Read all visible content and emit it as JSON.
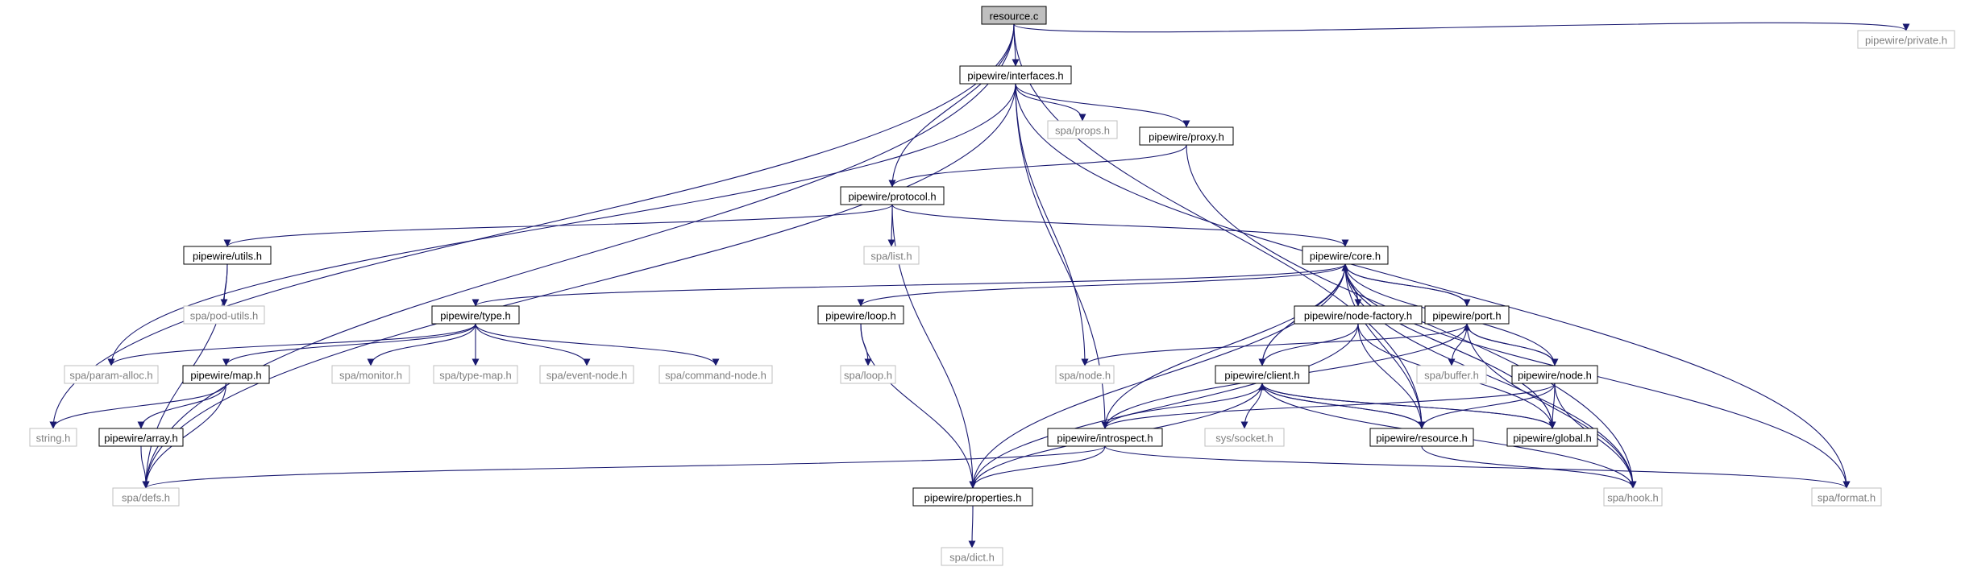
{
  "colors": {
    "edge": "#191970",
    "default_border": "#000000",
    "external_border": "#bfbfbf",
    "external_text": "#7f7f7f",
    "root_fill": "#bfbfbf",
    "node_fill": "#ffffff",
    "text": "#000000"
  },
  "nodes": [
    {
      "id": "resource_c",
      "label": "resource.c",
      "style": "root"
    },
    {
      "id": "interfaces_h",
      "label": "pipewire/interfaces.h",
      "style": "normal"
    },
    {
      "id": "private_h",
      "label": "pipewire/private.h",
      "style": "external"
    },
    {
      "id": "props_h",
      "label": "spa/props.h",
      "style": "external"
    },
    {
      "id": "proxy_h",
      "label": "pipewire/proxy.h",
      "style": "normal"
    },
    {
      "id": "protocol_h",
      "label": "pipewire/protocol.h",
      "style": "normal"
    },
    {
      "id": "utils_h",
      "label": "pipewire/utils.h",
      "style": "normal"
    },
    {
      "id": "list_h",
      "label": "spa/list.h",
      "style": "external"
    },
    {
      "id": "core_h",
      "label": "pipewire/core.h",
      "style": "normal"
    },
    {
      "id": "podutils_h",
      "label": "spa/pod-utils.h",
      "style": "external"
    },
    {
      "id": "type_h",
      "label": "pipewire/type.h",
      "style": "normal"
    },
    {
      "id": "loop_h",
      "label": "pipewire/loop.h",
      "style": "normal"
    },
    {
      "id": "nodefactory_h",
      "label": "pipewire/node-factory.h",
      "style": "normal"
    },
    {
      "id": "port_h",
      "label": "pipewire/port.h",
      "style": "normal"
    },
    {
      "id": "paramalloc_h",
      "label": "spa/param-alloc.h",
      "style": "external"
    },
    {
      "id": "map_h",
      "label": "pipewire/map.h",
      "style": "normal"
    },
    {
      "id": "monitor_h",
      "label": "spa/monitor.h",
      "style": "external"
    },
    {
      "id": "typemap_h",
      "label": "spa/type-map.h",
      "style": "external"
    },
    {
      "id": "eventnode_h",
      "label": "spa/event-node.h",
      "style": "external"
    },
    {
      "id": "commandnode_h",
      "label": "spa/command-node.h",
      "style": "external"
    },
    {
      "id": "spaloop_h",
      "label": "spa/loop.h",
      "style": "external"
    },
    {
      "id": "spanode_h",
      "label": "spa/node.h",
      "style": "external"
    },
    {
      "id": "client_h",
      "label": "pipewire/client.h",
      "style": "normal"
    },
    {
      "id": "buffer_h",
      "label": "spa/buffer.h",
      "style": "external"
    },
    {
      "id": "pwnode_h",
      "label": "pipewire/node.h",
      "style": "normal"
    },
    {
      "id": "string_h",
      "label": "string.h",
      "style": "external"
    },
    {
      "id": "array_h",
      "label": "pipewire/array.h",
      "style": "normal"
    },
    {
      "id": "introspect_h",
      "label": "pipewire/introspect.h",
      "style": "normal"
    },
    {
      "id": "socket_h",
      "label": "sys/socket.h",
      "style": "external"
    },
    {
      "id": "pwresource_h",
      "label": "pipewire/resource.h",
      "style": "normal"
    },
    {
      "id": "global_h",
      "label": "pipewire/global.h",
      "style": "normal"
    },
    {
      "id": "defs_h",
      "label": "spa/defs.h",
      "style": "external"
    },
    {
      "id": "properties_h",
      "label": "pipewire/properties.h",
      "style": "normal"
    },
    {
      "id": "hook_h",
      "label": "spa/hook.h",
      "style": "external"
    },
    {
      "id": "format_h",
      "label": "spa/format.h",
      "style": "external"
    },
    {
      "id": "dict_h",
      "label": "spa/dict.h",
      "style": "external"
    }
  ],
  "edges": [
    [
      "resource_c",
      "interfaces_h"
    ],
    [
      "resource_c",
      "private_h"
    ],
    [
      "resource_c",
      "string_h"
    ],
    [
      "resource_c",
      "defs_h"
    ],
    [
      "resource_c",
      "protocol_h"
    ],
    [
      "resource_c",
      "pwresource_h"
    ],
    [
      "interfaces_h",
      "props_h"
    ],
    [
      "interfaces_h",
      "proxy_h"
    ],
    [
      "interfaces_h",
      "format_h"
    ],
    [
      "interfaces_h",
      "defs_h"
    ],
    [
      "interfaces_h",
      "paramalloc_h"
    ],
    [
      "interfaces_h",
      "spanode_h"
    ],
    [
      "interfaces_h",
      "introspect_h"
    ],
    [
      "proxy_h",
      "protocol_h"
    ],
    [
      "proxy_h",
      "hook_h"
    ],
    [
      "protocol_h",
      "utils_h"
    ],
    [
      "protocol_h",
      "list_h"
    ],
    [
      "protocol_h",
      "core_h"
    ],
    [
      "protocol_h",
      "properties_h"
    ],
    [
      "utils_h",
      "podutils_h"
    ],
    [
      "utils_h",
      "defs_h"
    ],
    [
      "core_h",
      "type_h"
    ],
    [
      "core_h",
      "loop_h"
    ],
    [
      "core_h",
      "nodefactory_h"
    ],
    [
      "core_h",
      "port_h"
    ],
    [
      "core_h",
      "client_h"
    ],
    [
      "core_h",
      "introspect_h"
    ],
    [
      "core_h",
      "properties_h"
    ],
    [
      "core_h",
      "global_h"
    ],
    [
      "core_h",
      "hook_h"
    ],
    [
      "core_h",
      "format_h"
    ],
    [
      "core_h",
      "pwresource_h"
    ],
    [
      "type_h",
      "paramalloc_h"
    ],
    [
      "type_h",
      "map_h"
    ],
    [
      "type_h",
      "monitor_h"
    ],
    [
      "type_h",
      "typemap_h"
    ],
    [
      "type_h",
      "eventnode_h"
    ],
    [
      "type_h",
      "commandnode_h"
    ],
    [
      "map_h",
      "string_h"
    ],
    [
      "map_h",
      "array_h"
    ],
    [
      "map_h",
      "defs_h"
    ],
    [
      "array_h",
      "defs_h"
    ],
    [
      "loop_h",
      "spaloop_h"
    ],
    [
      "loop_h",
      "properties_h"
    ],
    [
      "nodefactory_h",
      "core_h"
    ],
    [
      "nodefactory_h",
      "client_h"
    ],
    [
      "nodefactory_h",
      "properties_h"
    ],
    [
      "nodefactory_h",
      "pwresource_h"
    ],
    [
      "nodefactory_h",
      "global_h"
    ],
    [
      "port_h",
      "core_h"
    ],
    [
      "port_h",
      "spanode_h"
    ],
    [
      "port_h",
      "buffer_h"
    ],
    [
      "port_h",
      "pwnode_h"
    ],
    [
      "port_h",
      "introspect_h"
    ],
    [
      "port_h",
      "hook_h"
    ],
    [
      "pwnode_h",
      "core_h"
    ],
    [
      "pwnode_h",
      "port_h"
    ],
    [
      "pwnode_h",
      "introspect_h"
    ],
    [
      "pwnode_h",
      "pwresource_h"
    ],
    [
      "pwnode_h",
      "global_h"
    ],
    [
      "pwnode_h",
      "hook_h"
    ],
    [
      "client_h",
      "core_h"
    ],
    [
      "client_h",
      "introspect_h"
    ],
    [
      "client_h",
      "socket_h"
    ],
    [
      "client_h",
      "pwresource_h"
    ],
    [
      "client_h",
      "global_h"
    ],
    [
      "client_h",
      "properties_h"
    ],
    [
      "client_h",
      "hook_h"
    ],
    [
      "introspect_h",
      "defs_h"
    ],
    [
      "introspect_h",
      "properties_h"
    ],
    [
      "introspect_h",
      "format_h"
    ],
    [
      "pwresource_h",
      "client_h"
    ],
    [
      "pwresource_h",
      "hook_h"
    ],
    [
      "global_h",
      "core_h"
    ],
    [
      "global_h",
      "client_h"
    ],
    [
      "properties_h",
      "dict_h"
    ]
  ]
}
